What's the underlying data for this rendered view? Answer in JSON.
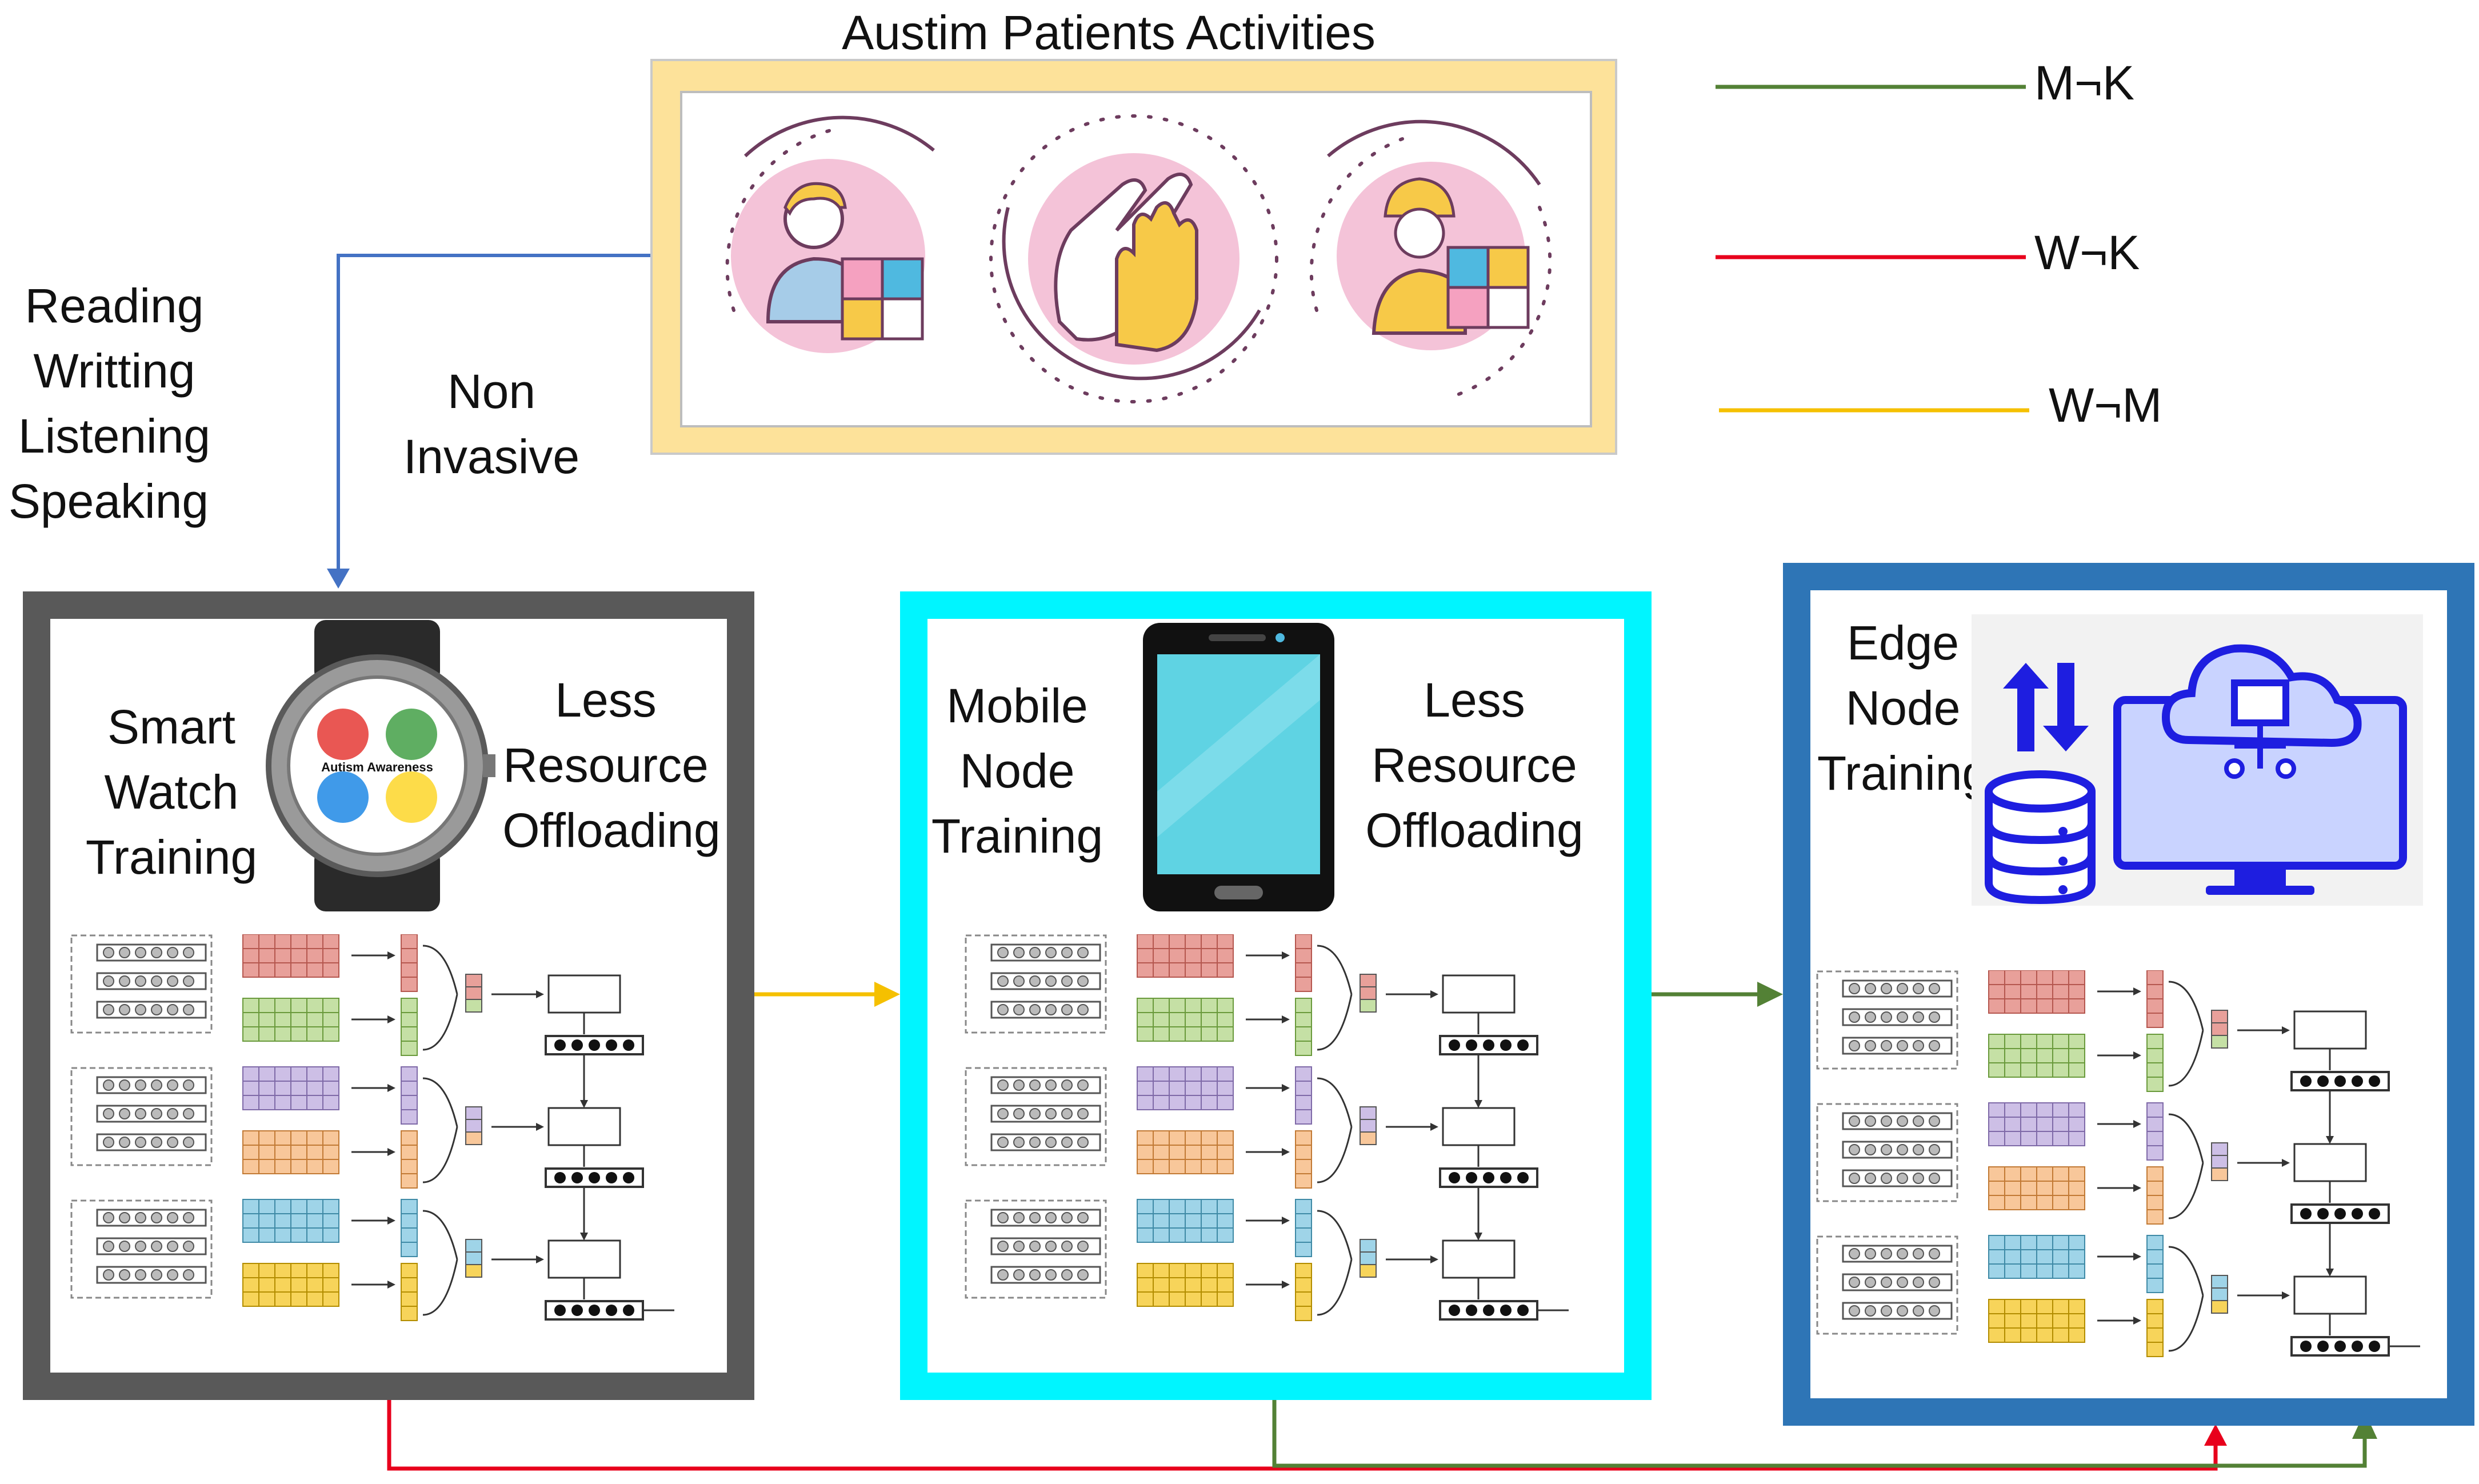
{
  "diagram": {
    "activities_title": "Austim Patients Activities",
    "left_note": [
      "Reading",
      "Writting",
      "Listening",
      "Speaking"
    ],
    "non_invasive": [
      "Non",
      "Invasive"
    ],
    "legend": [
      {
        "label": "M¬K",
        "color": "#538135"
      },
      {
        "label": "W¬K",
        "color": "#e8001c"
      },
      {
        "label": "W¬M",
        "color": "#f5c000"
      }
    ],
    "nodes": {
      "watch": {
        "title": [
          "Smart",
          "Watch",
          "Training"
        ],
        "note": [
          "Less",
          "Resource",
          "Offloading"
        ],
        "border_color": "#595959",
        "face_text": "Autism Awareness"
      },
      "mobile": {
        "title": [
          "Mobile",
          "Node",
          "Training"
        ],
        "note": [
          "Less",
          "Resource",
          "Offloading"
        ],
        "border_color": "#00f5ff"
      },
      "edge": {
        "title": [
          "Edge",
          "Node",
          "Training"
        ],
        "border_color": "#2e75b6"
      }
    },
    "activity_icons": [
      "person-puzzle-icon",
      "hands-icon",
      "worker-puzzle-icon"
    ],
    "colors": {
      "activities_frame": "#fde29a",
      "connector_blue": "#4472c4",
      "icon_pink": "#f4c3d8",
      "icon_ring": "#6d3c5e"
    }
  }
}
